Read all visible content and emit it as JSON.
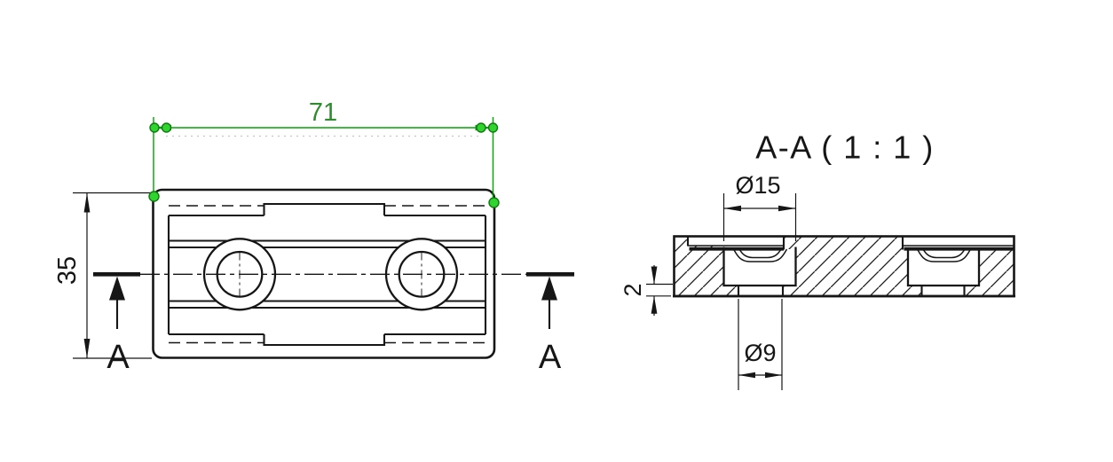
{
  "canvas": {
    "background": "#ffffff"
  },
  "colors": {
    "line_black": "#161616",
    "dim_green_line": "#00a300",
    "dim_green_text": "#2e8b2e",
    "grip_fill": "#2fd42f",
    "grip_stroke": "#117a11",
    "construction_gray": "#c4c4c4"
  },
  "top_view": {
    "width_dim": {
      "label": "71"
    },
    "height_dim": {
      "label": "35"
    },
    "section_marker_left": {
      "label": "A"
    },
    "section_marker_right": {
      "label": "A"
    }
  },
  "section_view": {
    "title": "A-A ( 1 : 1 )",
    "counterbore_dia_dim": {
      "label": "Ø15"
    },
    "base_thickness_dim": {
      "label": "2"
    },
    "hole_dia_dim": {
      "label": "Ø9"
    }
  }
}
